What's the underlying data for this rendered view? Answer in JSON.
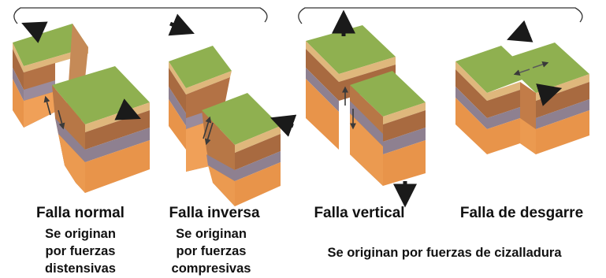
{
  "colors": {
    "top": "#8fb050",
    "top_dark": "#7a9c42",
    "topsoil": "#dfb77c",
    "brown": "#a86a40",
    "grey": "#8e8090",
    "orange": "#e8944a",
    "arrow": "#1a1a1a",
    "bracket": "#333333"
  },
  "diagrams": [
    {
      "title": "Falla normal",
      "desc_lines": [
        "Se originan",
        "por fuerzas",
        "distensivas"
      ]
    },
    {
      "title": "Falla inversa",
      "desc_lines": [
        "Se originan",
        "por fuerzas",
        "compresivas"
      ]
    },
    {
      "title": "Falla vertical"
    },
    {
      "title": "Falla de desgarre"
    }
  ],
  "shared_caption": "Se originan por fuerzas de cizalladura"
}
